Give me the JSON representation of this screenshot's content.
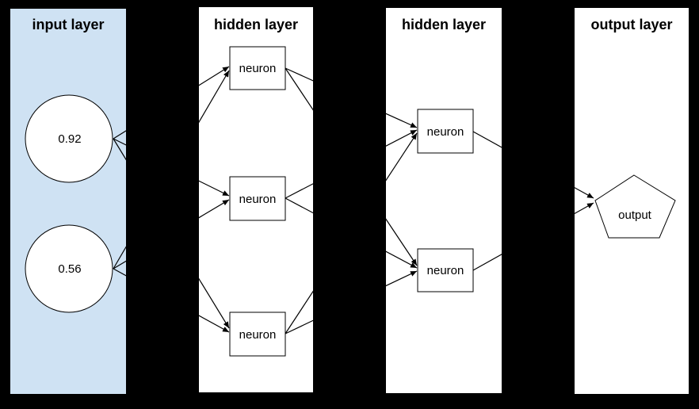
{
  "diagram": {
    "type": "neural-network",
    "colors": {
      "background": "#000000",
      "input_panel_fill": "#cfe2f3",
      "panel_fill": "#ffffff",
      "shape_fill": "#ffffff",
      "stroke": "#000000",
      "text": "#000000"
    },
    "layers": [
      {
        "id": "input",
        "name": "input layer",
        "nodes": [
          {
            "id": "input-1",
            "shape": "circle",
            "label": "0.92"
          },
          {
            "id": "input-2",
            "shape": "circle",
            "label": "0.56"
          }
        ]
      },
      {
        "id": "hidden-1",
        "name": "hidden layer",
        "nodes": [
          {
            "id": "h1-1",
            "shape": "rect",
            "label": "neuron"
          },
          {
            "id": "h1-2",
            "shape": "rect",
            "label": "neuron"
          },
          {
            "id": "h1-3",
            "shape": "rect",
            "label": "neuron"
          }
        ]
      },
      {
        "id": "hidden-2",
        "name": "hidden layer",
        "nodes": [
          {
            "id": "h2-1",
            "shape": "rect",
            "label": "neuron"
          },
          {
            "id": "h2-2",
            "shape": "rect",
            "label": "neuron"
          }
        ]
      },
      {
        "id": "output",
        "name": "output layer",
        "nodes": [
          {
            "id": "out-1",
            "shape": "pentagon",
            "label": "output"
          }
        ]
      }
    ],
    "connections": [
      {
        "from": "input-1",
        "to": "h1-1"
      },
      {
        "from": "input-1",
        "to": "h1-2"
      },
      {
        "from": "input-1",
        "to": "h1-3"
      },
      {
        "from": "input-2",
        "to": "h1-1"
      },
      {
        "from": "input-2",
        "to": "h1-2"
      },
      {
        "from": "input-2",
        "to": "h1-3"
      },
      {
        "from": "h1-1",
        "to": "h2-1"
      },
      {
        "from": "h1-1",
        "to": "h2-2"
      },
      {
        "from": "h1-2",
        "to": "h2-1"
      },
      {
        "from": "h1-2",
        "to": "h2-2"
      },
      {
        "from": "h1-3",
        "to": "h2-1"
      },
      {
        "from": "h1-3",
        "to": "h2-2"
      },
      {
        "from": "h2-1",
        "to": "out-1"
      },
      {
        "from": "h2-2",
        "to": "out-1"
      }
    ]
  }
}
